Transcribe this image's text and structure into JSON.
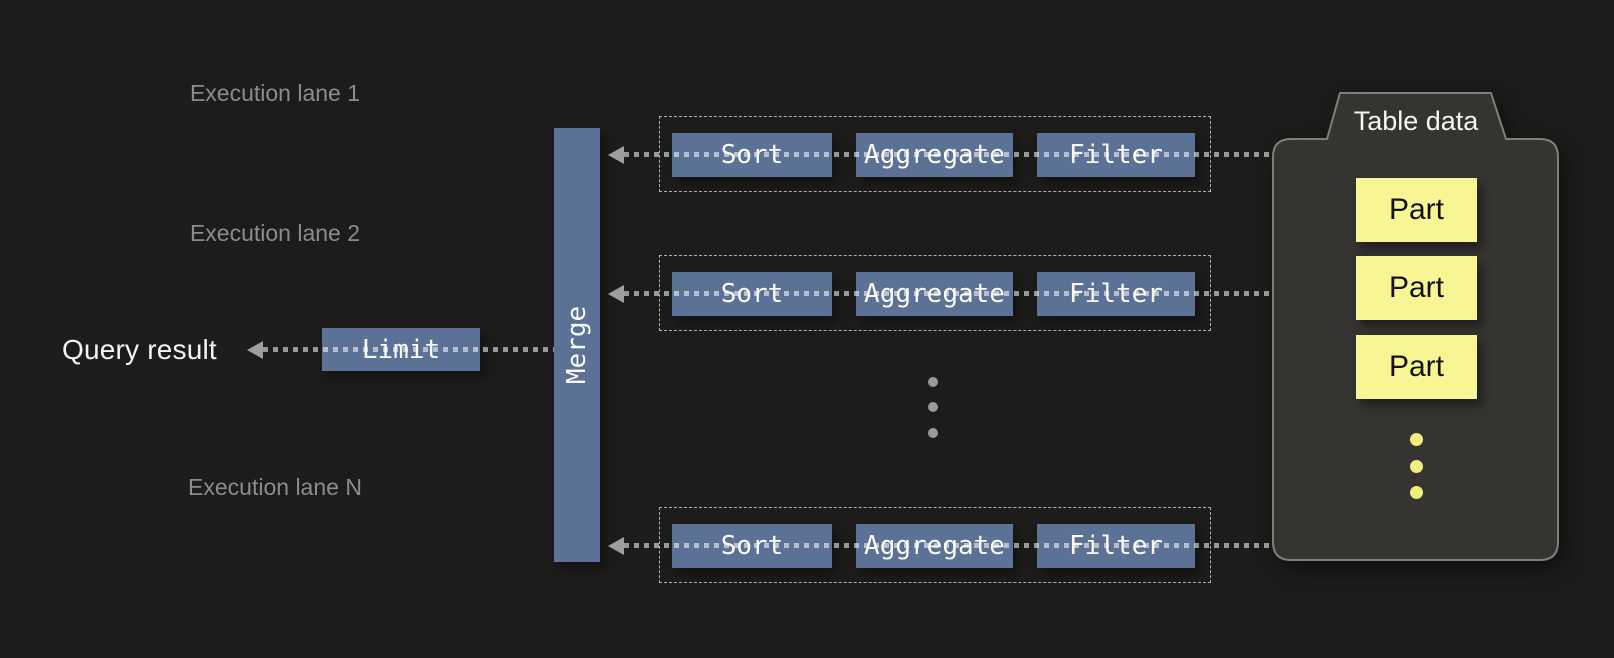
{
  "diagram": {
    "output": {
      "query_result_label": "Query result",
      "limit_label": "Limit",
      "merge_label": "Merge"
    },
    "lanes": [
      {
        "title": "Execution lane 1",
        "operators": [
          "Sort",
          "Aggregate",
          "Filter"
        ]
      },
      {
        "title": "Execution lane 2",
        "operators": [
          "Sort",
          "Aggregate",
          "Filter"
        ]
      },
      {
        "title": "Execution lane N",
        "operators": [
          "Sort",
          "Aggregate",
          "Filter"
        ]
      }
    ],
    "table_data": {
      "title": "Table data",
      "parts": [
        "Part",
        "Part",
        "Part"
      ]
    },
    "colors": {
      "background": "#1d1c1a",
      "operator_blue": "#5b7195",
      "part_yellow": "#f8f694",
      "table_fill": "#353431",
      "table_border": "#7f7f7f",
      "lane_title_gray": "#8c8c8c",
      "connector_gray": "#9a9a9a"
    }
  }
}
